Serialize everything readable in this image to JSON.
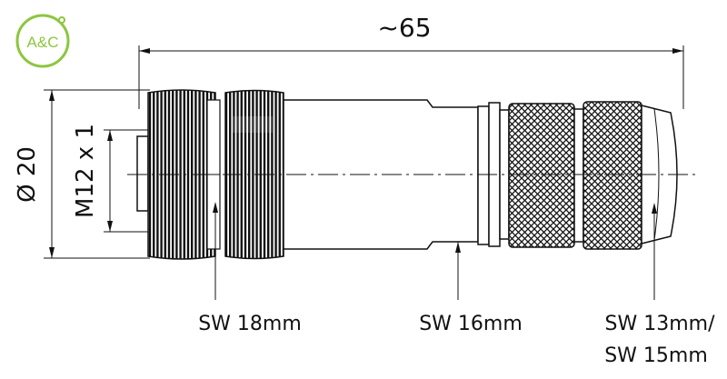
{
  "logo": {
    "text": "A&C",
    "color": "#8dc63f"
  },
  "dimensions": {
    "overall_length": "~65",
    "outer_diameter": "Ø 20",
    "thread": "M12 x 1"
  },
  "callouts": {
    "sw_18": "SW 18mm",
    "sw_16": "SW 16mm",
    "sw_13_line1": "SW 13mm/",
    "sw_13_line2": "SW 15mm"
  },
  "colors": {
    "line": "#111111",
    "knurl": "#1a1a1a",
    "accent": "#8dc63f"
  }
}
